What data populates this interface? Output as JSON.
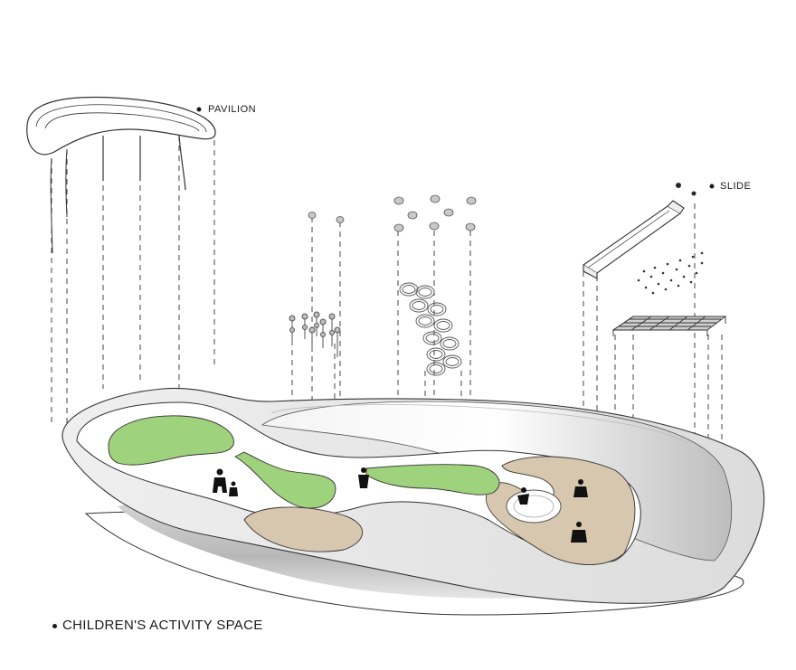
{
  "labels": {
    "pavilion": "PAVILION",
    "slide": "SLIDE",
    "title": "CHILDREN'S ACTIVITY SPACE"
  },
  "colors": {
    "lawn": "#9fd27c",
    "sand": "#d7c7ae",
    "ground_shadow": "#c9c9c9",
    "line": "#333333"
  }
}
